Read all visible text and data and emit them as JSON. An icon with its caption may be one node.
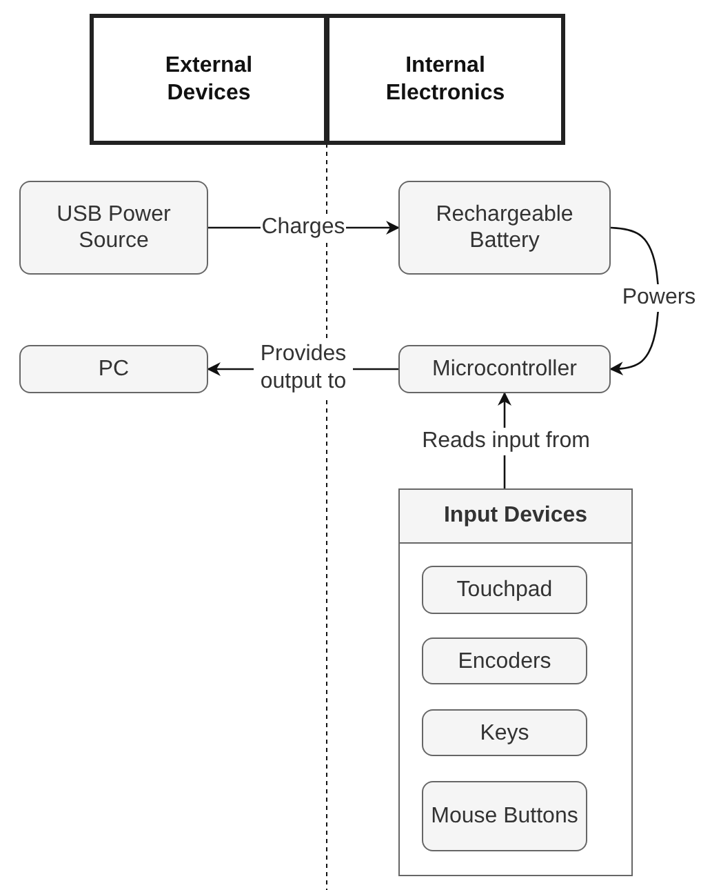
{
  "diagram": {
    "nodes": [
      {
        "text": [
          "External Devices"
        ]
      },
      {
        "text": [
          "Internal Electronics"
        ]
      },
      {
        "text": [
          "USB Power Source"
        ]
      },
      {
        "text": [
          "Rechargeable Battery"
        ]
      },
      {
        "text": [
          "PC"
        ]
      },
      {
        "text": [
          "Microcontroller"
        ]
      },
      {
        "text": [
          "Input Devices"
        ]
      },
      {
        "text": [
          "Touchpad"
        ],
        "in": 6
      },
      {
        "text": [
          "Encoders"
        ],
        "in": 6
      },
      {
        "text": [
          "Keys"
        ],
        "in": 6
      },
      {
        "text": [
          "Mouse Buttons"
        ],
        "in": 6
      }
    ],
    "edges": [
      {
        "from": 2,
        "to": 3,
        "arrow": "to",
        "label": "Charges"
      },
      {
        "from": 3,
        "to": 5,
        "arrow": "to",
        "label": "Powers"
      },
      {
        "from": 5,
        "to": 4,
        "arrow": "to",
        "label": "Provides output to"
      },
      {
        "from": 6,
        "to": 5,
        "arrow": "to",
        "label": "Reads input from"
      }
    ]
  }
}
